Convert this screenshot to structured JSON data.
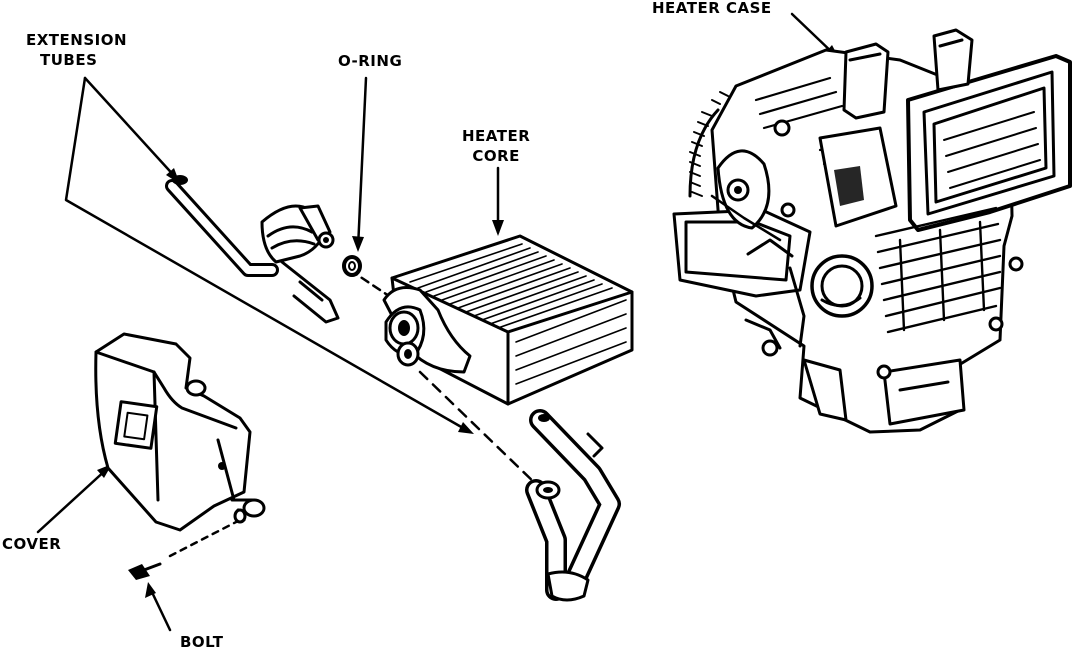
{
  "labels": {
    "extension_tubes_line1": "EXTENSION",
    "extension_tubes_line2": "TUBES",
    "o_ring": "O-RING",
    "heater_core_line1": "HEATER",
    "heater_core_line2": "CORE",
    "heater_case": "HEATER CASE",
    "cover": "COVER",
    "bolt": "BOLT"
  }
}
